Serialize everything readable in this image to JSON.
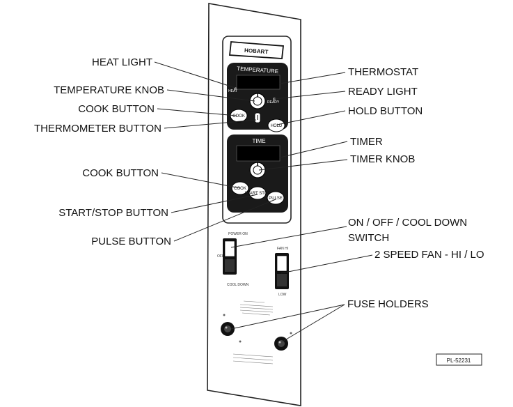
{
  "panel": {
    "logo": "HOBART",
    "temperature_label": "TEMPERATURE",
    "heat_text": "HEAT",
    "ready_text": "READY",
    "cook_btn": "COOK",
    "hold_btn": "HOLD",
    "time_label": "TIME",
    "cook_btn_timer": "COOK",
    "start_stop_btn": "START STOP",
    "pulse_btn": "PULSE",
    "switch1_top": "POWER ON",
    "switch1_side": "OFF",
    "switch1_bottom": "COOL DOWN",
    "switch2_top": "FAN HI",
    "switch2_bottom": "LOW"
  },
  "callouts": {
    "heat_light": "HEAT LIGHT",
    "temperature_knob": "TEMPERATURE KNOB",
    "cook_button_1": "COOK BUTTON",
    "thermometer_button": "THERMOMETER BUTTON",
    "cook_button_2": "COOK BUTTON",
    "start_stop_button": "START/STOP BUTTON",
    "pulse_button": "PULSE BUTTON",
    "thermostat": "THERMOSTAT",
    "ready_light": "READY LIGHT",
    "hold_button": "HOLD BUTTON",
    "timer": "TIMER",
    "timer_knob": "TIMER KNOB",
    "on_off_line1": "ON / OFF / COOL DOWN",
    "on_off_line2": "SWITCH",
    "fan": "2 SPEED FAN - HI / LO",
    "fuse_holders": "FUSE HOLDERS"
  },
  "part_number": "PL-52231"
}
